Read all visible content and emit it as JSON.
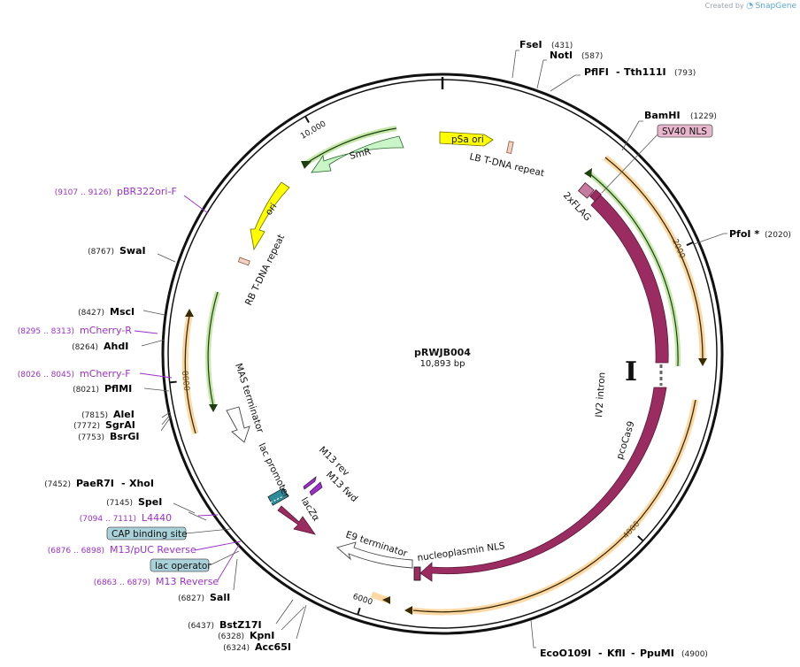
{
  "watermark": {
    "created_by": "Created by",
    "brand": "SnapGene"
  },
  "plasmid": {
    "name": "pRWJB004",
    "length": "10,893 bp"
  },
  "ticks": [
    {
      "id": "t2000",
      "label": "2000",
      "angle": 66
    },
    {
      "id": "t4000",
      "label": "4000",
      "angle": 133
    },
    {
      "id": "t6000",
      "label": "6000",
      "angle": 198
    },
    {
      "id": "t8000",
      "label": "8000",
      "angle": 264
    },
    {
      "id": "t10000",
      "label": "10,000",
      "angle": 330
    }
  ],
  "sites": [
    {
      "id": "fsei",
      "name": "FseI",
      "pos": "(431)"
    },
    {
      "id": "noti",
      "name": "NotI",
      "pos": "(587)"
    },
    {
      "id": "pflfi",
      "name": "PflFI",
      "name2": "Tth111I",
      "pos": "(793)"
    },
    {
      "id": "bamhi",
      "name": "BamHI",
      "pos": "(1229)"
    },
    {
      "id": "pfoi",
      "name": "PfoI *",
      "pos": "(2020)"
    },
    {
      "id": "eco0109i",
      "name": "EcoO109I",
      "name2": "KflI",
      "name3": "PpuMI",
      "pos": "(4900)"
    },
    {
      "id": "acc65i",
      "name": "Acc65I",
      "pos": "(6324)"
    },
    {
      "id": "kpni",
      "name": "KpnI",
      "pos": "(6328)"
    },
    {
      "id": "bstz17i",
      "name": "BstZ17I",
      "pos": "(6437)"
    },
    {
      "id": "sali",
      "name": "SalI",
      "pos": "(6827)"
    },
    {
      "id": "spei",
      "name": "SpeI",
      "pos": "(7145)"
    },
    {
      "id": "paer7i",
      "name": "PaeR7I",
      "name2": "XhoI",
      "pos": "(7452)"
    },
    {
      "id": "bsrgi",
      "name": "BsrGI",
      "pos": "(7753)"
    },
    {
      "id": "sgrai",
      "name": "SgrAI",
      "pos": "(7772)"
    },
    {
      "id": "alei",
      "name": "AleI",
      "pos": "(7815)"
    },
    {
      "id": "pflmi",
      "name": "PflMI",
      "pos": "(8021)"
    },
    {
      "id": "ahdi",
      "name": "AhdI",
      "pos": "(8264)"
    },
    {
      "id": "msci",
      "name": "MscI",
      "pos": "(8427)"
    },
    {
      "id": "swai",
      "name": "SwaI",
      "pos": "(8767)"
    }
  ],
  "primers": [
    {
      "id": "pbr322ori_f",
      "name": "pBR322ori-F",
      "pos": "(9107 .. 9126)"
    },
    {
      "id": "mcherry_r",
      "name": "mCherry-R",
      "pos": "(8295 .. 8313)"
    },
    {
      "id": "mcherry_f",
      "name": "mCherry-F",
      "pos": "(8026 .. 8045)"
    },
    {
      "id": "l4440",
      "name": "L4440",
      "pos": "(7094 .. 7111)"
    },
    {
      "id": "m13_puc_rev",
      "name": "M13/pUC Reverse",
      "pos": "(6876 .. 6898)"
    },
    {
      "id": "m13_rev",
      "name": "M13 Reverse",
      "pos": "(6863 .. 6879)"
    }
  ],
  "boxed_features": [
    {
      "id": "sv40_nls",
      "label": "SV40 NLS",
      "color": "#e7b5cc"
    },
    {
      "id": "cap_binding_site",
      "label": "CAP binding site",
      "color": "#a9d1d9"
    },
    {
      "id": "lac_operator",
      "label": "lac operator",
      "color": "#a9d1d9"
    }
  ],
  "features": {
    "psa_ori": "pSa ori",
    "lb_tdna": "LB T-DNA repeat",
    "smr": "SmR",
    "ori": "ori",
    "rb_tdna": "RB T-DNA repeat",
    "flag": "2xFLAG",
    "iv2_intron": "IV2 intron",
    "pcocas9": "pcoCas9",
    "nucleoplasmin_nls": "nucleoplasmin NLS",
    "e9_terminator": "E9 terminator",
    "laczalpha": "lacZα",
    "lac_promoter": "lac promoter",
    "mas_terminator": "MAS terminator",
    "m13_rev_small": "M13 rev",
    "m13_fwd_small": "M13 fwd"
  },
  "colors": {
    "cas9": "#9b2c61",
    "ori_yellow": "#ffff00",
    "smr_green": "#c9f5c9",
    "orf_orange": "#f7a935",
    "orf_green": "#8ad151",
    "primer": "#9b30c8",
    "tdna": "#f2d3c3",
    "lac": "#2e8b9a"
  }
}
